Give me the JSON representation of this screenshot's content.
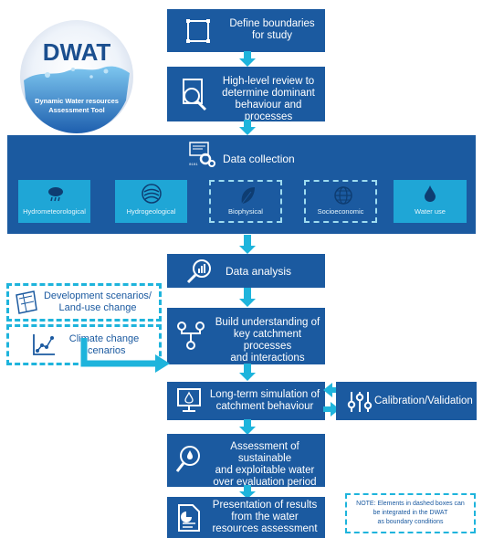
{
  "logo": {
    "title": "DWAT",
    "subtitle_line1": "Dynamic Water resources",
    "subtitle_line2": "Assessment Tool"
  },
  "steps": {
    "define": {
      "line1": "Define boundaries",
      "line2": "for study"
    },
    "review": {
      "line1": "High-level review to",
      "line2": "determine dominant",
      "line3": "behaviour and processes"
    },
    "collection": {
      "title": "Data collection",
      "categories": [
        "Hydrometeorological",
        "Hydrogeological",
        "Biophysical",
        "Socioeconomic",
        "Water use"
      ]
    },
    "analysis": {
      "line1": "Data analysis"
    },
    "understanding": {
      "line1": "Build understanding of",
      "line2": "key catchment processes",
      "line3": "and interactions"
    },
    "simulation": {
      "line1": "Long-term simulation of",
      "line2": "catchment behaviour"
    },
    "calibration": {
      "line1": "Calibration/Validation"
    },
    "assessment": {
      "line1": "Assessment of sustainable",
      "line2": "and exploitable water",
      "line3": "over evaluation period"
    },
    "presentation": {
      "line1": "Presentation of results",
      "line2": "from the water",
      "line3": "resources assessment"
    }
  },
  "external": {
    "development": {
      "line1": "Development scenarios/",
      "line2": "Land-use change"
    },
    "climate": {
      "line1": "Climate change",
      "line2": "scenarios"
    }
  },
  "note": {
    "line1": "NOTE: Elements in dashed boxes can",
    "line2": "be integrated in the DWAT",
    "line3": "as boundary conditions"
  },
  "colors": {
    "box": "#1b5aa0",
    "accent": "#1eb4dc",
    "sub": "#1fa6d6"
  }
}
